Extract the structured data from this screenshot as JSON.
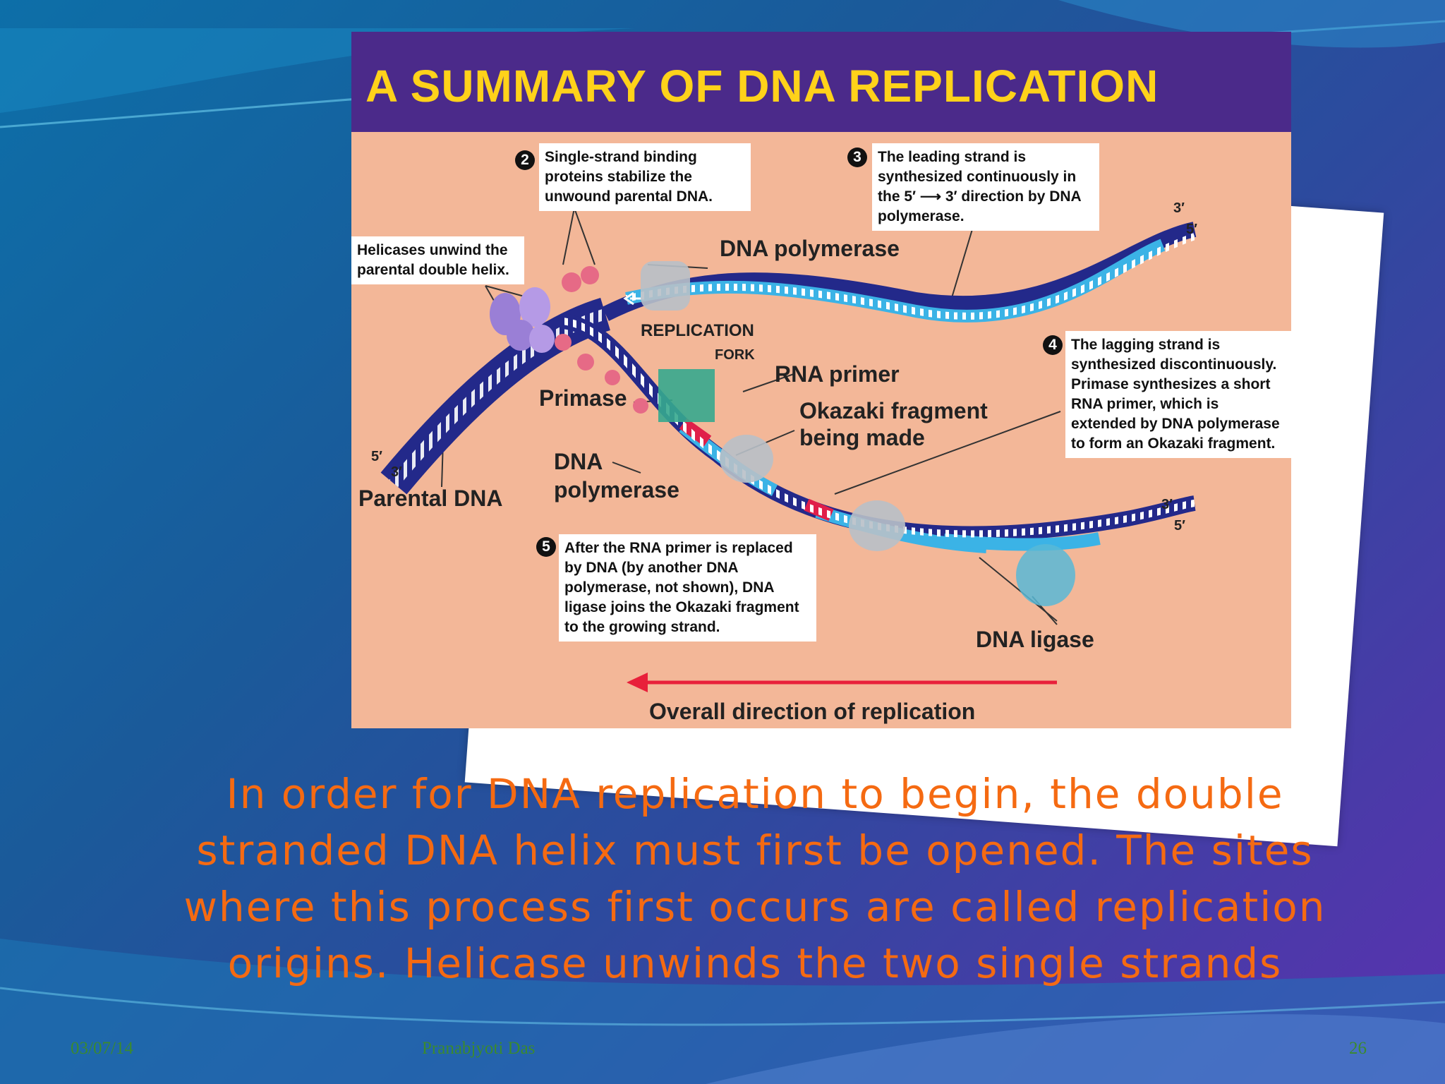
{
  "slide": {
    "figure": {
      "title": "A SUMMARY OF DNA REPLICATION",
      "notes": {
        "n1": "Helicases unwind the parental double helix.",
        "n2": "Single-strand binding proteins stabilize the unwound parental DNA.",
        "n3": "The leading strand is synthesized continuously in the 5′ ⟶ 3′ direction by DNA polymerase.",
        "n4": "The lagging strand is synthesized discontinuously. Primase synthesizes a short RNA primer, which is extended by DNA polymerase to form an Okazaki fragment.",
        "n5": "After the RNA primer is replaced by DNA (by another DNA polymerase, not shown), DNA ligase joins the Okazaki fragment to the growing strand."
      },
      "numbers": {
        "n2": "2",
        "n3": "3",
        "n4": "4",
        "n5": "5"
      },
      "labels": {
        "dna_polymerase_top": "DNA polymerase",
        "replication": "REPLICATION",
        "fork": "FORK",
        "rna_primer": "RNA primer",
        "primase": "Primase",
        "okazaki_line1": "Okazaki fragment",
        "okazaki_line2": "being made",
        "dna_line1": "DNA",
        "polymerase_line2": "polymerase",
        "parental_dna": "Parental DNA",
        "dna_ligase": "DNA ligase",
        "overall_direction": "Overall direction of replication"
      },
      "ends": {
        "left_5": "5′",
        "left_3": "3′",
        "top_3": "3′",
        "top_5": "5′",
        "bottom_3": "3′",
        "bottom_5": "5′"
      },
      "colors": {
        "background": "#f3b798",
        "title_bar": "#4b2a8a",
        "title_text": "#ffd21a",
        "parental_strand": "#23298a",
        "new_strand": "#3bb3e6",
        "rna_primer": "#e0204a",
        "helicase": "#9a7fd6",
        "ssb_protein": "#e66a86",
        "primase": "#36a98e",
        "polymerase": "#b8c0c8",
        "arrow": "#e8203a"
      }
    },
    "caption": "In order for DNA replication to begin, the double stranded DNA helix must first be opened. The sites where this process first occurs are called replication origins. Helicase unwinds the two single strands",
    "footer": {
      "date": "03/07/14",
      "author": "Pranabjyoti Das",
      "page": "26"
    }
  }
}
